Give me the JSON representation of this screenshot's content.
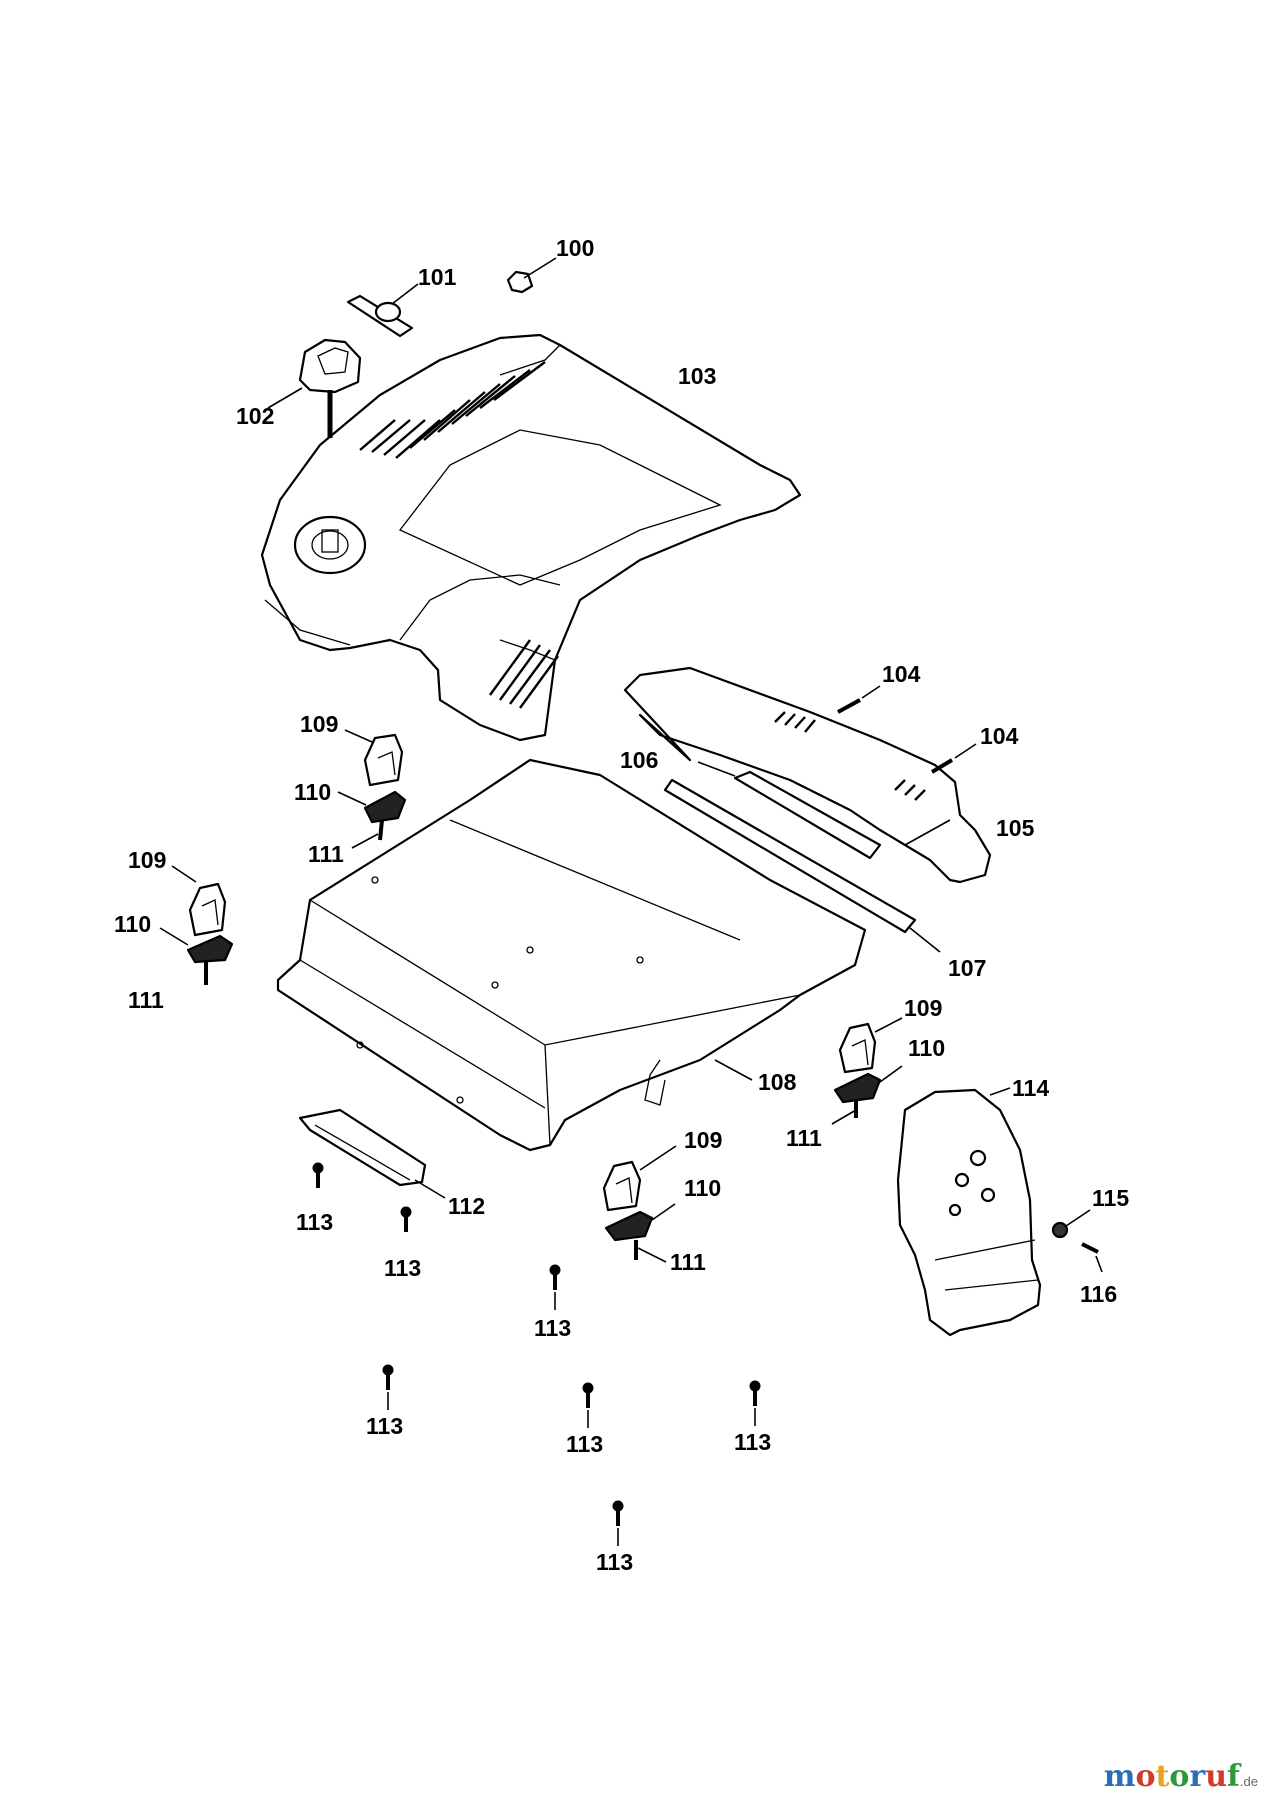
{
  "diagram": {
    "labels": {
      "p100": "100",
      "p101": "101",
      "p102": "102",
      "p103": "103",
      "p104a": "104",
      "p104b": "104",
      "p105": "105",
      "p106": "106",
      "p107": "107",
      "p108": "108",
      "p109a": "109",
      "p109b": "109",
      "p109c": "109",
      "p109d": "109",
      "p110a": "110",
      "p110b": "110",
      "p110c": "110",
      "p110d": "110",
      "p111a": "111",
      "p111b": "111",
      "p111c": "111",
      "p111d": "111",
      "p112": "112",
      "p113a": "113",
      "p113b": "113",
      "p113c": "113",
      "p113d": "113",
      "p113e": "113",
      "p113f": "113",
      "p113g": "113",
      "p114": "114",
      "p115": "115",
      "p116": "116"
    }
  },
  "watermark": {
    "letters": [
      "m",
      "o",
      "t",
      "o",
      "r",
      "u",
      "f"
    ],
    "colors": [
      "#2a6fb5",
      "#d33a2c",
      "#e9a21b",
      "#2a9a3a",
      "#2a6fb5",
      "#d33a2c",
      "#2a9a3a"
    ],
    "suffix": ".de"
  }
}
